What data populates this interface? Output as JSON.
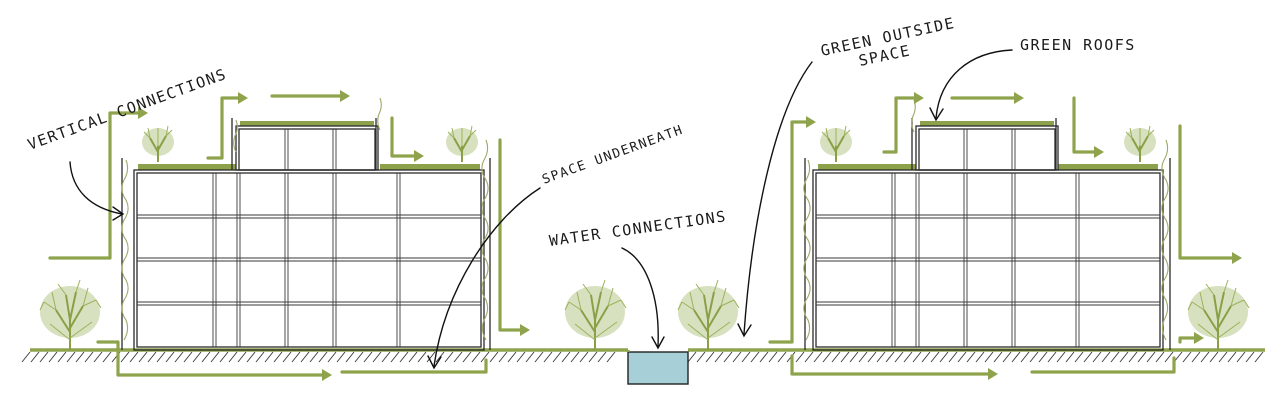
{
  "labels": {
    "vertical_connections": "VERTICAL CONNECTIONS",
    "space_underneath": "SPACE UNDERNEATH",
    "water_connections": "WATER CONNECTIONS",
    "green_outside_space_line1": "GREEN OUTSIDE",
    "green_outside_space_line2": "SPACE",
    "green_roofs": "GREEN ROOFS"
  },
  "colors": {
    "green_accent": "#8ea34c",
    "water": "#a6cfd8",
    "ink": "#1a1a1a"
  }
}
